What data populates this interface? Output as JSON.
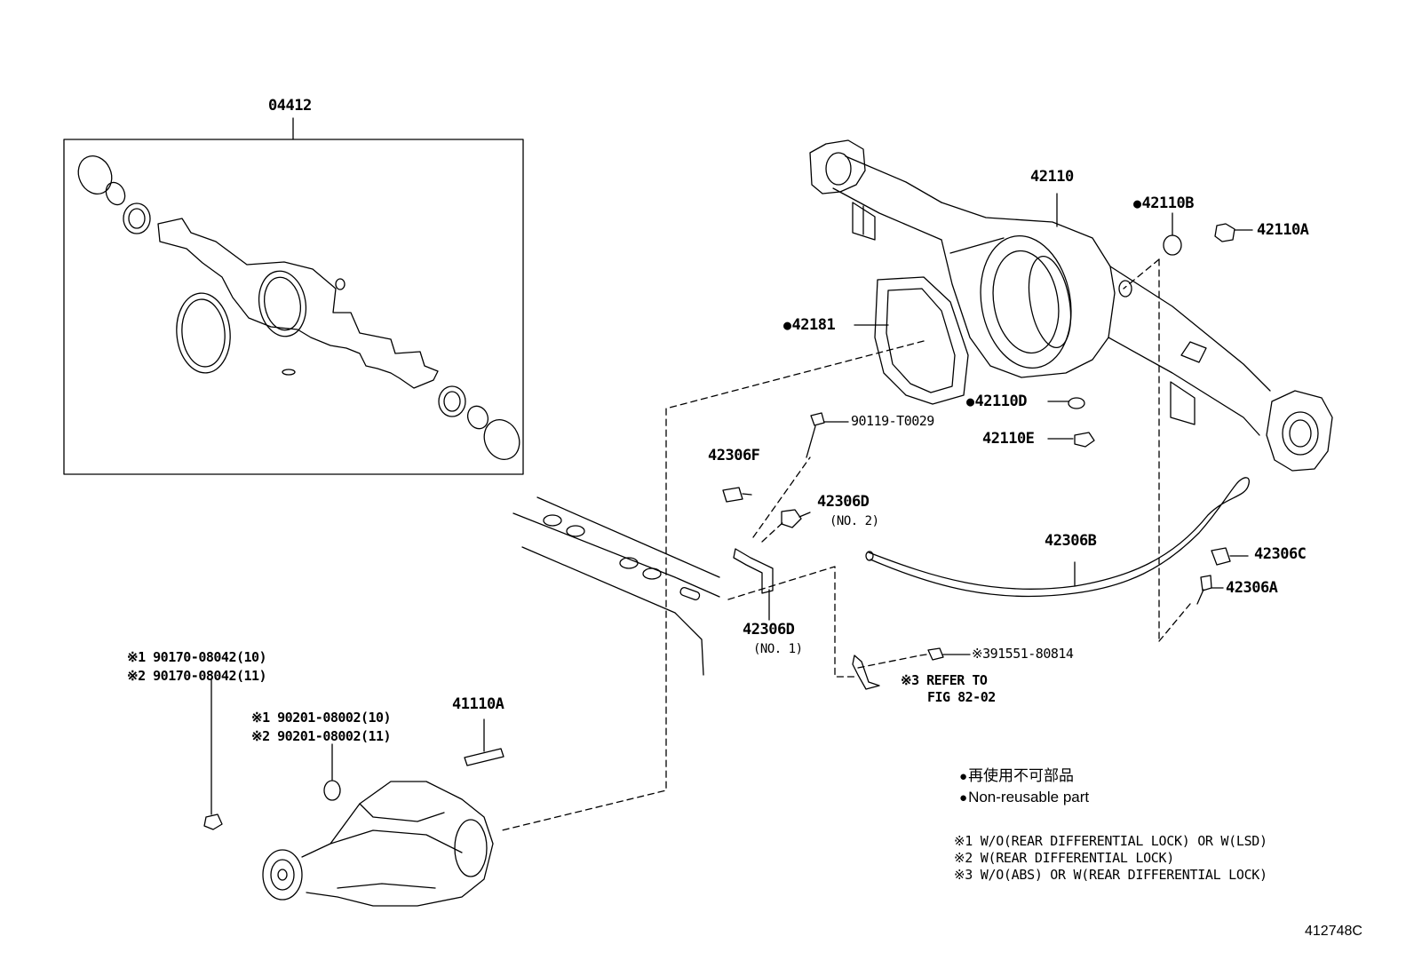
{
  "parts": {
    "p04412": "04412",
    "p42110": "42110",
    "p42110B": "42110B",
    "p42110A": "42110A",
    "p42181": "42181",
    "p42110D": "42110D",
    "p42110E": "42110E",
    "p90119": "90119-T0029",
    "p42306F": "42306F",
    "p42306D_no2": "42306D",
    "p42306D_no2_note": "(NO. 2)",
    "p42306B": "42306B",
    "p42306C": "42306C",
    "p42306A": "42306A",
    "p42306D_no1": "42306D",
    "p42306D_no1_note": "(NO. 1)",
    "p391551": "※391551-80814",
    "refer_line1": "※3 REFER TO",
    "refer_line2": "FIG 82-02",
    "p90170_a": "※1 90170-08042(10)",
    "p90170_b": "※2 90170-08042(11)",
    "p90201_a": "※1 90201-08002(10)",
    "p90201_b": "※2 90201-08002(11)",
    "p41110A": "41110A"
  },
  "legend": {
    "jp": "再使用不可部品",
    "en": "Non-reusable part"
  },
  "notes": {
    "n1": "※1 W/O(REAR DIFFERENTIAL LOCK) OR W(LSD)",
    "n2": "※2 W(REAR DIFFERENTIAL LOCK)",
    "n3": "※3 W/O(ABS) OR W(REAR DIFFERENTIAL LOCK)"
  },
  "figure_id": "412748C"
}
